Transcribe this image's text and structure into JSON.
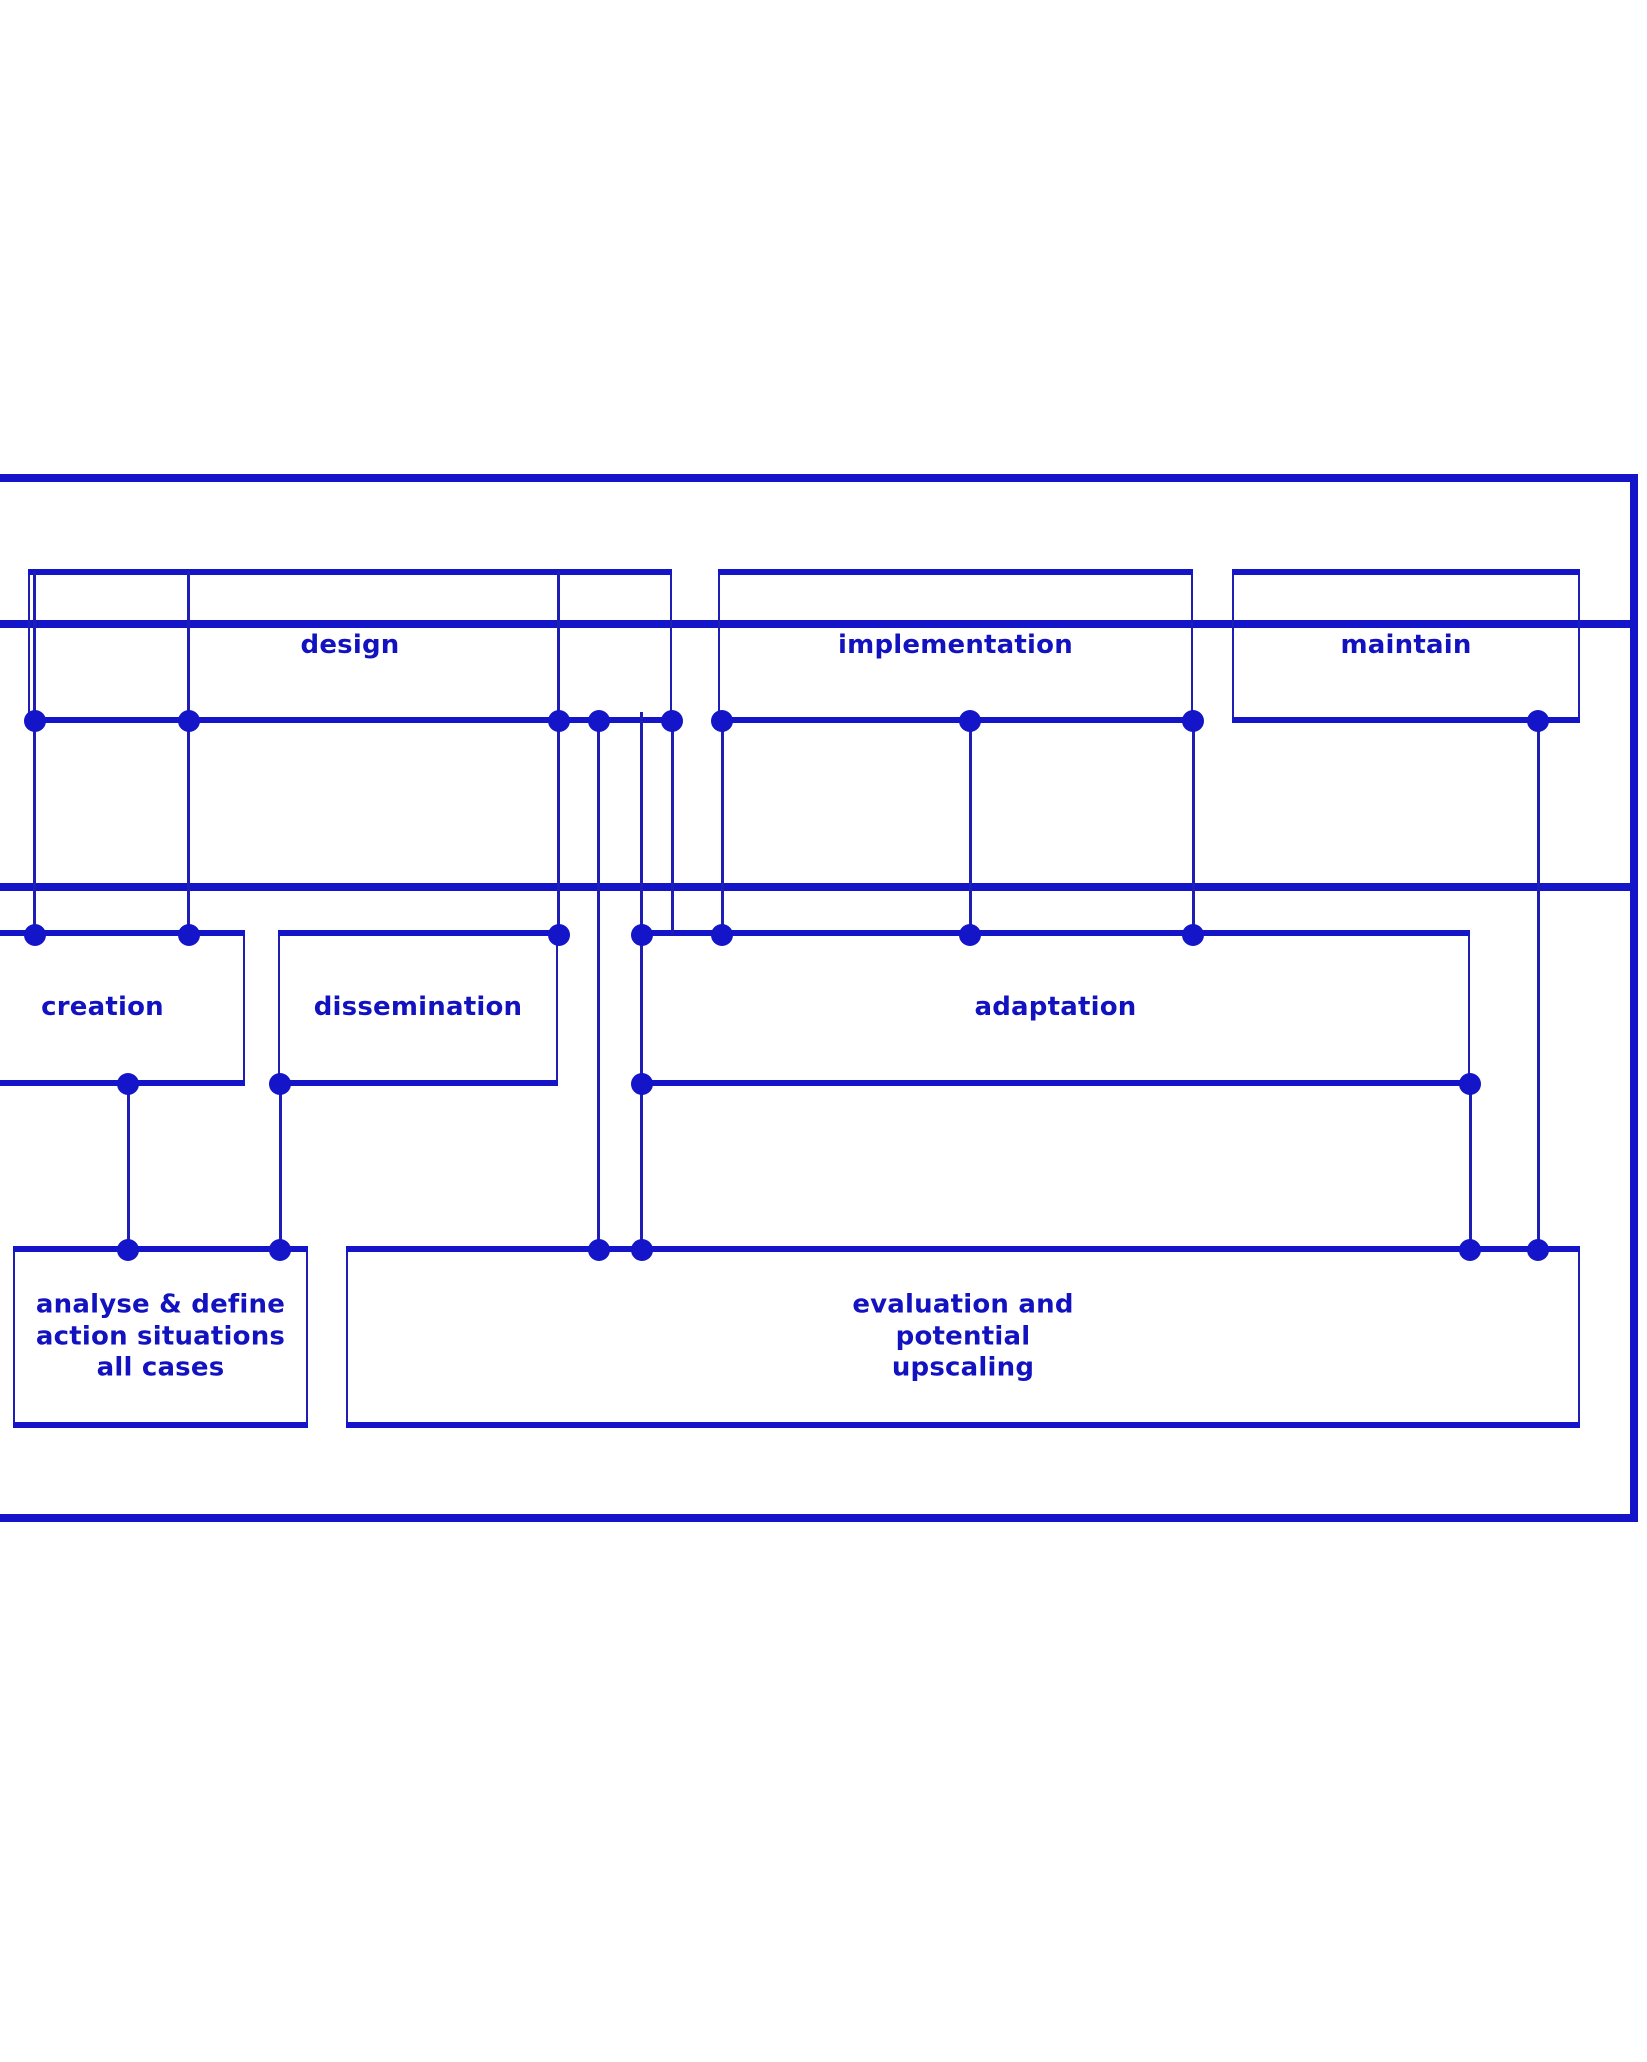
{
  "diagram": {
    "title": "project phase / activity swimlane diagram",
    "accent_color": "#1414c8",
    "line_color": "#1e1eb4",
    "background_color": "#ffffff",
    "lanes": [
      {
        "id": "lane-top",
        "boxes": [
          {
            "id": "design",
            "label": "design"
          },
          {
            "id": "implementation",
            "label": "implementation"
          },
          {
            "id": "maintain",
            "label": "maintain"
          }
        ]
      },
      {
        "id": "lane-middle",
        "boxes": [
          {
            "id": "creation",
            "label": "creation"
          },
          {
            "id": "dissemination",
            "label": "dissemination"
          },
          {
            "id": "adaptation",
            "label": "adaptation"
          }
        ]
      },
      {
        "id": "lane-bottom",
        "boxes": [
          {
            "id": "analyse",
            "label": "analyse & define\naction situations\nall cases"
          },
          {
            "id": "evaluation",
            "label": "evaluation and\npotential\nupscaling"
          }
        ]
      }
    ],
    "box_labels": {
      "design": "design",
      "implementation": "implementation",
      "maintain": "maintain",
      "creation": "creation",
      "dissemination": "dissemination",
      "adaptation": "adaptation",
      "analyse": "analyse & define\naction situations\nall cases",
      "evaluation": "evaluation and\npotential\nupscaling"
    }
  }
}
